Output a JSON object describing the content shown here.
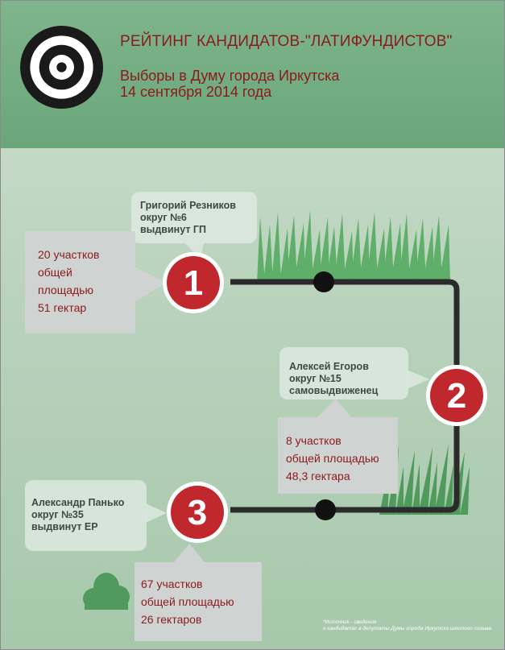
{
  "header": {
    "title": "РЕЙТИНГ КАНДИДАТОВ-\"ЛАТИФУНДИСТОВ\"",
    "subtitle_line1": "Выборы в Думу города Иркутска",
    "subtitle_line2": "14 сентября 2014 года",
    "icon": "target-icon"
  },
  "candidates": [
    {
      "rank": "1",
      "name": "Григорий Резников",
      "district": "округ №6",
      "nominated": "выдвинут ГП",
      "stat_line1": "20 участков",
      "stat_line2": "общей",
      "stat_line3": "площадью",
      "stat_line4": "51 гектар"
    },
    {
      "rank": "2",
      "name": "Алексей Егоров",
      "district": "округ №15",
      "nominated": "самовыдвиженец",
      "stat_line1": "8 участков",
      "stat_line2": "общей площадью",
      "stat_line3": "48,3 гектара"
    },
    {
      "rank": "3",
      "name": "Александр Панько",
      "district": "округ №35",
      "nominated": "выдвинут ЕР",
      "stat_line1": "67 участков",
      "stat_line2": "общей площадью",
      "stat_line3": "26 гектаров"
    }
  ],
  "footnote": {
    "line1": "*Источник - сведения",
    "line2": "о кандидатах в депутаты Думы города Иркутска шестого созыва"
  },
  "colors": {
    "accent_red": "#c0282d",
    "title_red": "#8b1a1a",
    "header_green": "#6aa67a",
    "path_dark": "#2b2b2b"
  }
}
